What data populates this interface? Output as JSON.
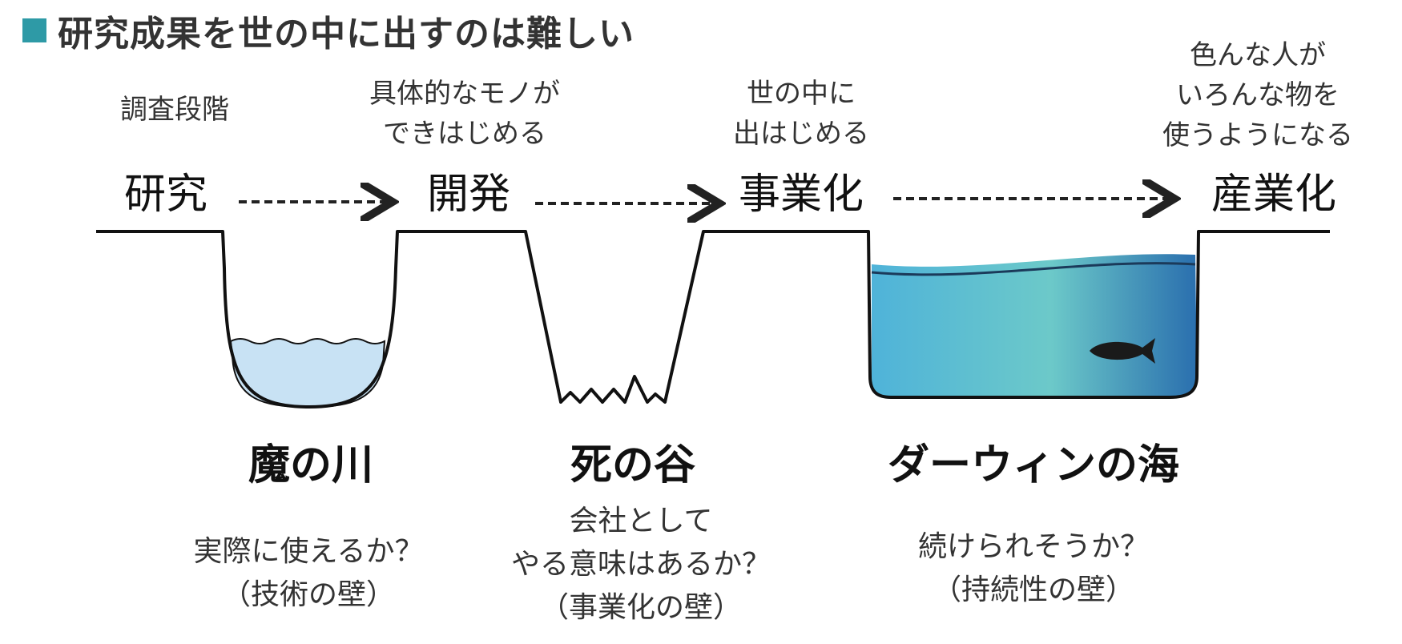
{
  "header": {
    "title": "研究成果を世の中に出すのは難しい",
    "accent_color": "#2e9aa6",
    "square_icon": "square-bullet-icon"
  },
  "stages": [
    {
      "name": "研究",
      "caption": [
        "調査段階"
      ]
    },
    {
      "name": "開発",
      "caption": [
        "具体的なモノが",
        "できはじめる"
      ]
    },
    {
      "name": "事業化",
      "caption": [
        "世の中に",
        "出はじめる"
      ]
    },
    {
      "name": "産業化",
      "caption": [
        "色んな人が",
        "いろんな物を",
        "使うようになる"
      ]
    }
  ],
  "zones": [
    {
      "name": "魔の川",
      "question": [
        "実際に使えるか？",
        "（技術の壁）"
      ],
      "fill_color": "#c8e2f4"
    },
    {
      "name": "死の谷",
      "question": [
        "会社として",
        "やる意味はあるか？",
        "（事業化の壁）"
      ]
    },
    {
      "name": "ダーウィンの海",
      "question": [
        "続けられそうか？",
        "（持続性の壁）"
      ],
      "fill_colors": [
        "#4fb3d9",
        "#6cc9c9",
        "#2a6fae"
      ]
    }
  ],
  "icons": {
    "fish": "fish-icon",
    "arrow": "dashed-arrow-icon"
  }
}
